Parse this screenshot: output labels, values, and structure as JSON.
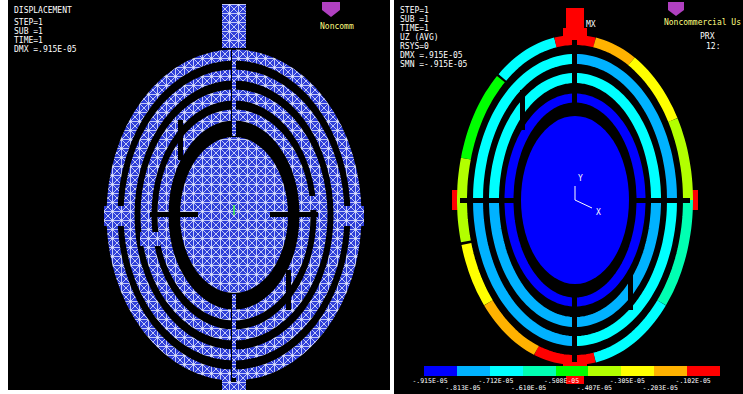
{
  "diagram": {
    "labels": [
      "DISPLACEMENT",
      "STEP=1",
      "SUB =1",
      "TIME=1",
      "DMX =.915E-05",
      "Noncomm",
      "STEP=1",
      "SUB =1",
      "TIME=1",
      "UZ (AVG)",
      "RSYS=0",
      "DMX =.915E-05",
      "SMN =-.915E-05",
      "Noncommercial Us",
      "MX",
      "PRX",
      "12:",
      "Y",
      "X"
    ],
    "legend": [
      {
        "text": "-.915E-05",
        "color": "#0000ff"
      },
      {
        "text": "-.813E-05",
        "color": "#00b2ff"
      },
      {
        "text": "-.712E-05",
        "color": "#00ffff"
      },
      {
        "text": "-.610E-05",
        "color": "#00ffb2"
      },
      {
        "text": "-.508E-05",
        "color": "#00ff00"
      },
      {
        "text": "-.407E-05",
        "color": "#b2ff00"
      },
      {
        "text": "-.305E-05",
        "color": "#ffff00"
      },
      {
        "text": "-.203E-05",
        "color": "#ffb200"
      },
      {
        "text": "-.102E-05",
        "color": "#ff0000"
      }
    ]
  }
}
